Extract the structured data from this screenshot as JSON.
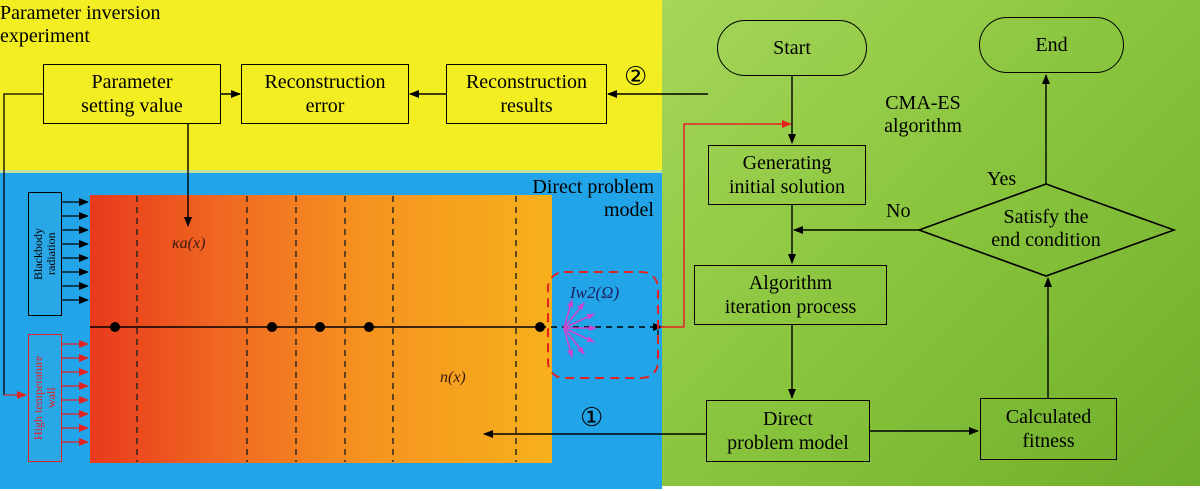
{
  "left_top": {
    "title": "Parameter inversion\nexperiment",
    "param_box": "Parameter\nsetting value",
    "error_box": "Reconstruction\nerror",
    "results_box": "Reconstruction\nresults",
    "marker2": "②"
  },
  "left_bottom": {
    "title": "Direct problem\nmodel",
    "blackbody": "Blackbody\nradiation",
    "wall": "High temperature\nwall",
    "kappa": "κa(x)",
    "intensity": "Iw2(Ω)",
    "refr": "n(x)",
    "marker1": "①"
  },
  "right": {
    "algorithm_label": "CMA-ES\nalgorithm",
    "start": "Start",
    "end": "End",
    "init": "Generating\ninitial solution",
    "iter": "Algorithm\niteration process",
    "direct": "Direct\nproblem model",
    "fitness": "Calculated\nfitness",
    "decision": "Satisfy the\nend condition",
    "yes": "Yes",
    "no": "No"
  },
  "colors": {
    "yellow_panel": "#f2ee22",
    "blue_panel": "#22a4e8",
    "green_panel": "#8cc63f",
    "medium_red": "#e83a1c",
    "medium_orange": "#f7a91c",
    "arrow_red": "#e52222",
    "arrow_pink": "#cc44cc"
  }
}
